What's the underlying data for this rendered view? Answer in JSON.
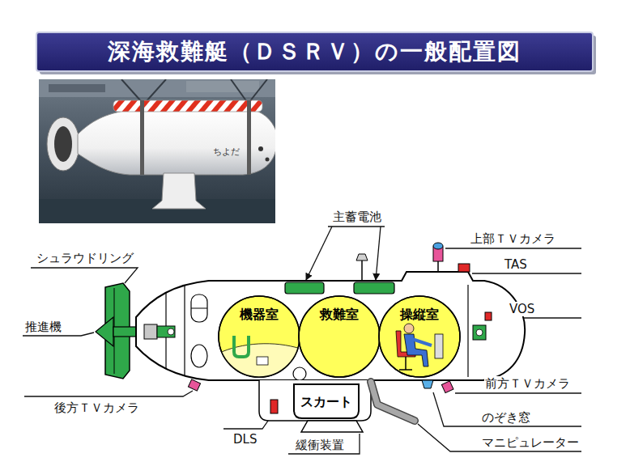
{
  "diagram": {
    "title": "深海救難艇（ＤＳＲＶ）の一般配置図",
    "nodes": [
      {
        "text": [
          "機器室"
        ]
      },
      {
        "text": [
          "救難室"
        ]
      },
      {
        "text": [
          "操縦室"
        ]
      },
      {
        "text": [
          "スカート"
        ]
      }
    ],
    "labels": [
      "ちよだ",
      "主蓄電池",
      "上部ＴＶカメラ",
      "シュラウドリング",
      "TAS",
      "VOS",
      "推進機",
      "前方ＴＶカメラ",
      "後方ＴＶカメラ",
      "のぞき窓",
      "DLS",
      "マニピュレーター",
      "緩衝装置"
    ]
  }
}
